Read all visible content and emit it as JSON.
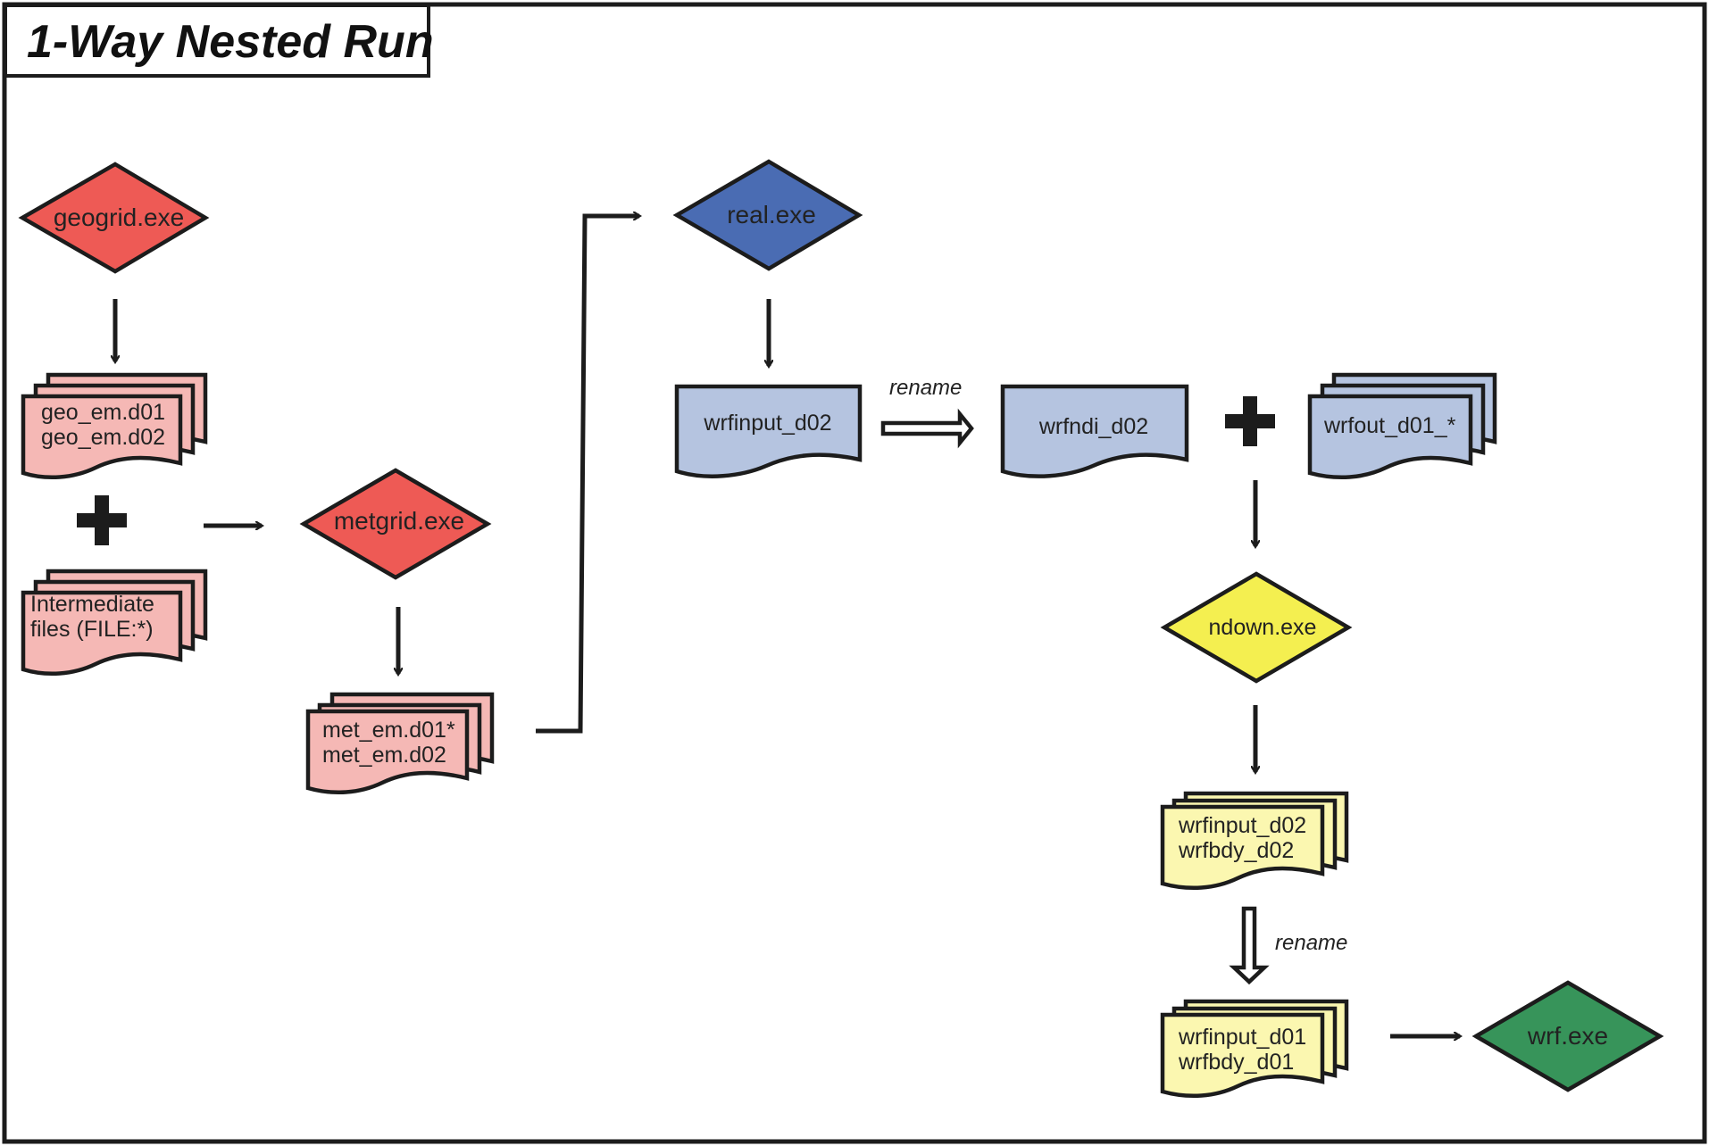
{
  "title": "1-Way Nested Run",
  "colors": {
    "wps_exe": "#ee5a55",
    "wps_file": "#f5b8b5",
    "real_exe": "#4a6cb3",
    "real_file": "#b5c4e0",
    "ndown_exe": "#f4ef50",
    "ndown_file": "#fbf7b0",
    "wrf_exe": "#37945a",
    "outline": "#1c1c1c"
  },
  "programs": {
    "geogrid": "geogrid.exe",
    "metgrid": "metgrid.exe",
    "real": "real.exe",
    "ndown": "ndown.exe",
    "wrf": "wrf.exe"
  },
  "files": {
    "geo_em": [
      "geo_em.d01",
      "geo_em.d02"
    ],
    "intermediate": [
      "Intermediate",
      "files (FILE:*)"
    ],
    "met_em": [
      "met_em.d01*",
      "met_em.d02"
    ],
    "wrfinput_real": "wrfinput_d02",
    "wrfndi": "wrfndi_d02",
    "wrfout": "wrfout_d01_*",
    "ndown_out": [
      "wrfinput_d02",
      "wrfbdy_d02"
    ],
    "final_in": [
      "wrfinput_d01",
      "wrfbdy_d01"
    ]
  },
  "rename_labels": {
    "first": "rename",
    "second": "rename"
  },
  "icons": [
    "plus-icon",
    "arrow-icon",
    "double-arrow-icon"
  ]
}
